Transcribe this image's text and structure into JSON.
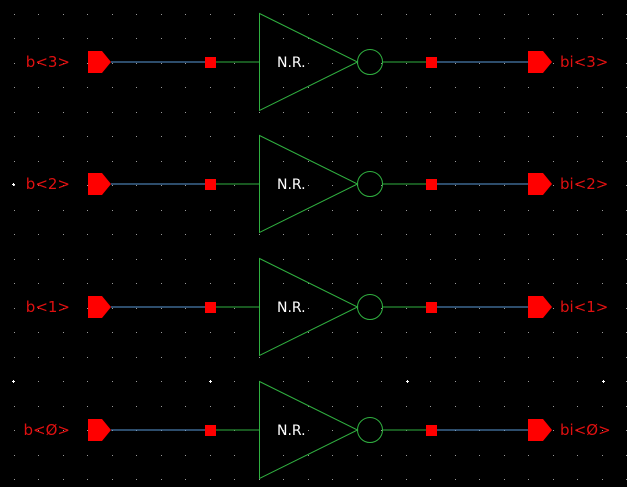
{
  "schematic": {
    "background": "#000000",
    "colors": {
      "wire_blue": "#5a9ad8",
      "wire_green": "#30b040",
      "gate": "#30b040",
      "pin": "#ff0000",
      "pin_label": "#e01010",
      "gate_label": "#ffffff",
      "grid_dot": "#9a9a9a",
      "grid_major": "#ffffff"
    },
    "rows": [
      {
        "input": "b<3>",
        "output": "bi<3>",
        "gate_label": "N.R."
      },
      {
        "input": "b<2>",
        "output": "bi<2>",
        "gate_label": "N.R."
      },
      {
        "input": "b<1>",
        "output": "bi<1>",
        "gate_label": "N.R."
      },
      {
        "input": "b<Ø>",
        "output": "bi<Ø>",
        "gate_label": "N.R."
      }
    ]
  }
}
